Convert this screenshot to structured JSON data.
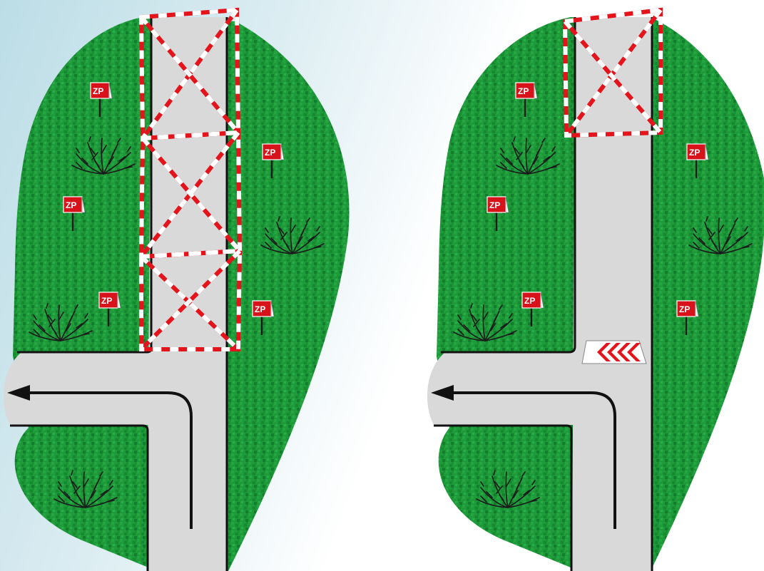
{
  "colors": {
    "grass": "#1f9a3a",
    "grass_dark": "#137a2a",
    "road": "#d9d9d9",
    "curb": "#111111",
    "barrier_red": "#e3141b",
    "barrier_white": "#ffffff",
    "sign_red": "#d8121b"
  },
  "sign_text": "ZP",
  "panels": [
    {
      "name": "panel-left",
      "barrier": "full-closure",
      "chevron_sign": false,
      "arrow": "turn-left"
    },
    {
      "name": "panel-right",
      "barrier": "top-closure",
      "chevron_sign": true,
      "arrow": "turn-left"
    }
  ]
}
